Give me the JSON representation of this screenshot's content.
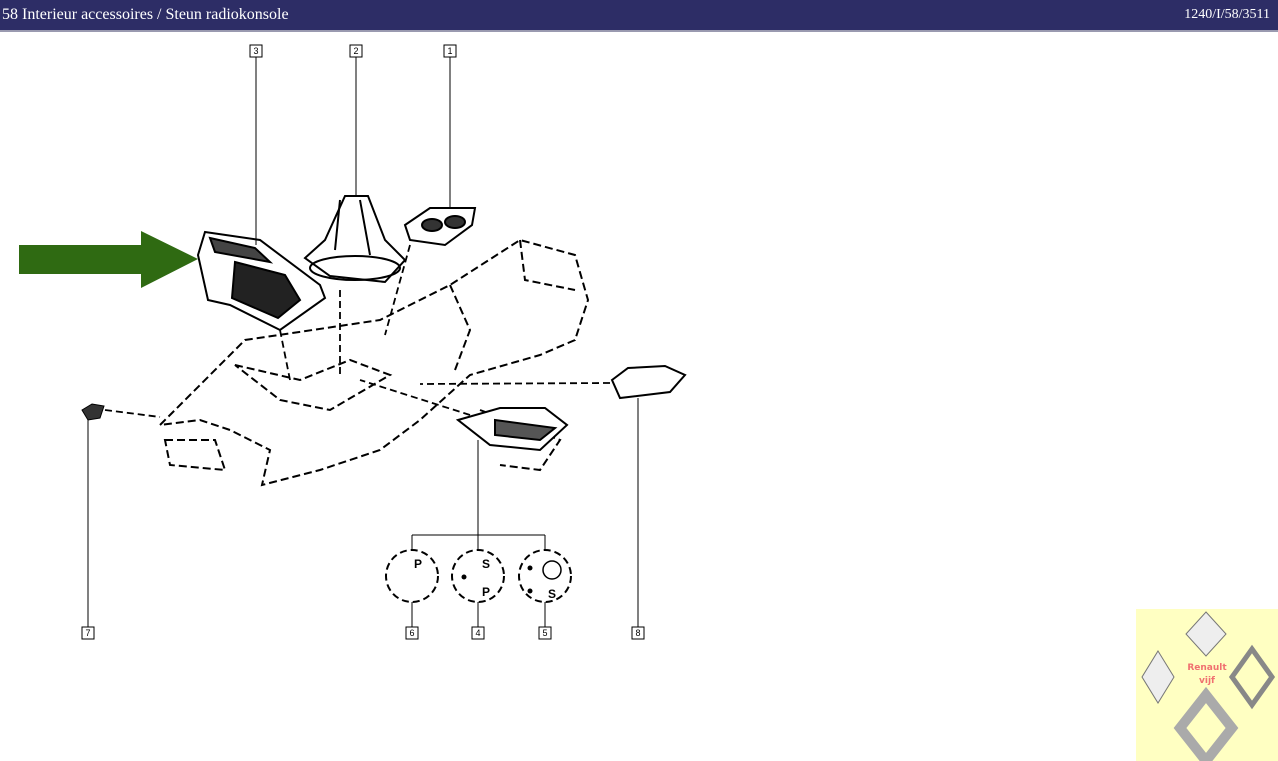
{
  "header": {
    "title": "58 Interieur accessoires / Steun radiokonsole",
    "code": "1240/I/58/3511"
  },
  "callouts": [
    "3",
    "2",
    "1",
    "7",
    "6",
    "4",
    "5",
    "8"
  ],
  "variants": {
    "v6": [
      "P"
    ],
    "v4": [
      "S",
      "P"
    ],
    "v5": [
      "S"
    ]
  },
  "logo": {
    "line1": "Renault",
    "line2": "vijf"
  },
  "colors": {
    "header_bg": "#2d2d66",
    "arrow": "#2f6a12",
    "logo_bg": "#ffffc2"
  }
}
